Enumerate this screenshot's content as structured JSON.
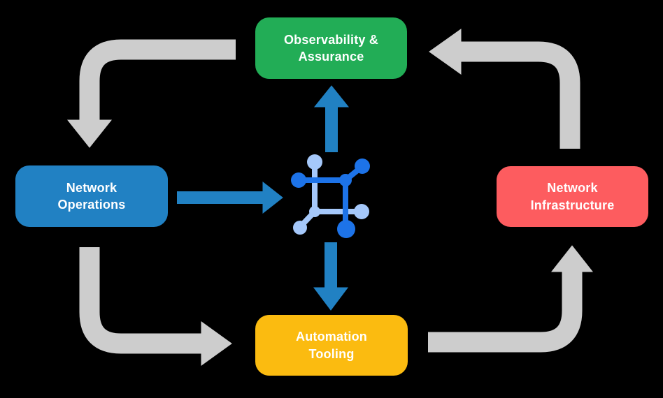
{
  "diagram": {
    "name": "network-automation-cycle",
    "nodes": {
      "top": {
        "label": "Observability &\nAssurance",
        "color": "#22ad56"
      },
      "left": {
        "label": "Network\nOperations",
        "color": "#2181c3"
      },
      "right": {
        "label": "Network\nInfrastructure",
        "color": "#fd5c5f"
      },
      "bottom": {
        "label": "Automation\nTooling",
        "color": "#fbbb10"
      }
    },
    "center_icon": "network-automation-icon",
    "colors": {
      "background": "#000000",
      "node_text": "#ffffff",
      "cycle_arrow": "#cdcdcd",
      "flow_arrow": "#2181c3",
      "icon_dark_blue": "#1d73e8",
      "icon_light_blue": "#a5c8fa"
    }
  }
}
